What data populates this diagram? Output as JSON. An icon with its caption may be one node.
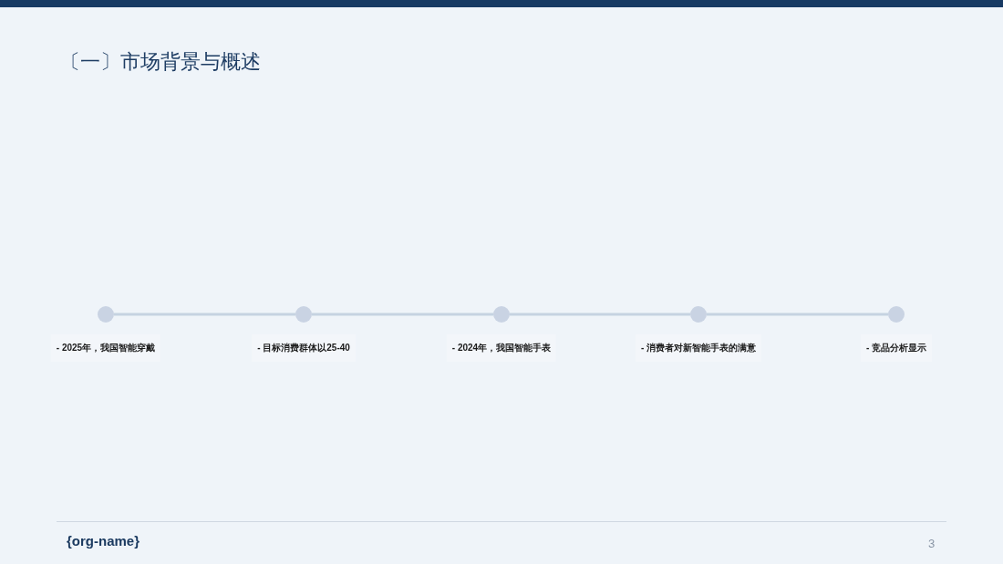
{
  "diagram": {
    "title": "〔一〕市场背景与概述",
    "nodes": [
      {
        "text": [],
        "shape": "circle",
        "beside": [
          "- 2025年，我国智能穿戴"
        ]
      },
      {
        "text": [],
        "shape": "circle",
        "beside": [
          "- 目标消费群体以25-40"
        ]
      },
      {
        "text": [],
        "shape": "circle",
        "beside": [
          "- 2024年，我国智能手表"
        ]
      },
      {
        "text": [],
        "shape": "circle",
        "beside": [
          "- 消费者对新智能手表的满意"
        ]
      },
      {
        "text": [],
        "shape": "circle",
        "beside": [
          "- 竞品分析显示"
        ]
      }
    ],
    "edges": [
      {
        "from": 0,
        "to": 1,
        "arrow": "none"
      },
      {
        "from": 1,
        "to": 2,
        "arrow": "none"
      },
      {
        "from": 2,
        "to": 3,
        "arrow": "none"
      },
      {
        "from": 3,
        "to": 4,
        "arrow": "none"
      }
    ],
    "labels": [
      "{org-name}",
      "3"
    ]
  }
}
